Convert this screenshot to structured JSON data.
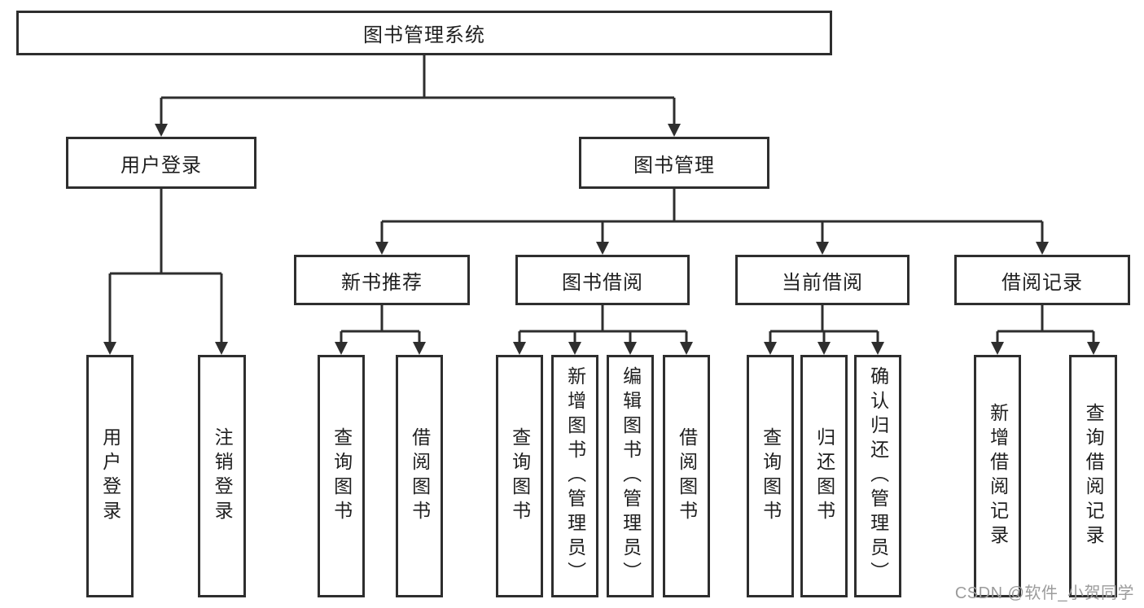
{
  "tree": {
    "root": {
      "label": "图书管理系统"
    },
    "branches": [
      {
        "label": "用户登录",
        "children": [
          {
            "label": "用户登录"
          },
          {
            "label": "注销登录"
          }
        ]
      },
      {
        "label": "图书管理",
        "sections": [
          {
            "label": "新书推荐",
            "children": [
              {
                "label": "查询图书"
              },
              {
                "label": "借阅图书"
              }
            ]
          },
          {
            "label": "图书借阅",
            "children": [
              {
                "label": "查询图书"
              },
              {
                "label": "新增图书（管理员）"
              },
              {
                "label": "编辑图书（管理员）"
              },
              {
                "label": "借阅图书"
              }
            ]
          },
          {
            "label": "当前借阅",
            "children": [
              {
                "label": "查询图书"
              },
              {
                "label": "归还图书"
              },
              {
                "label": "确认归还（管理员）"
              }
            ]
          },
          {
            "label": "借阅记录",
            "children": [
              {
                "label": "新增借阅记录"
              },
              {
                "label": "查询借阅记录"
              }
            ]
          }
        ]
      }
    ]
  },
  "watermark": {
    "text": "CSDN @软件_小贺同学"
  },
  "colors": {
    "line": "#2e2e2e",
    "box_border": "#2e2e2e",
    "text": "#1f1f1f",
    "watermark_text": "#9b9b9b",
    "background": "#ffffff"
  }
}
